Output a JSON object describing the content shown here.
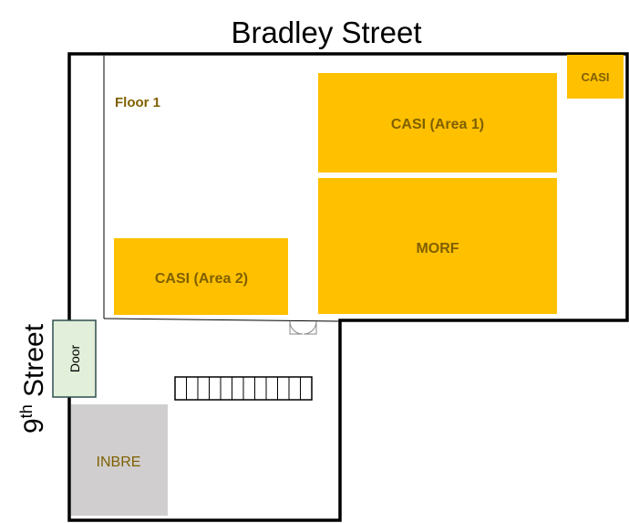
{
  "streets": {
    "north": "Bradley Street",
    "west_main": "9",
    "west_sup": "th",
    "west_rest": " Street"
  },
  "floor_label": "Floor 1",
  "rooms": {
    "casi_area1": "CASI (Area 1)",
    "casi_small": "CASI",
    "morf": "MORF",
    "casi_area2": "CASI (Area 2)",
    "inbre": "INBRE",
    "door": "Door"
  },
  "colors": {
    "casi": "#FFC000",
    "morf": "#FFC000",
    "inbre": "#D0CECE",
    "door": "#E2EFDA",
    "label_text": "#7F6000",
    "wall": "#000000"
  }
}
